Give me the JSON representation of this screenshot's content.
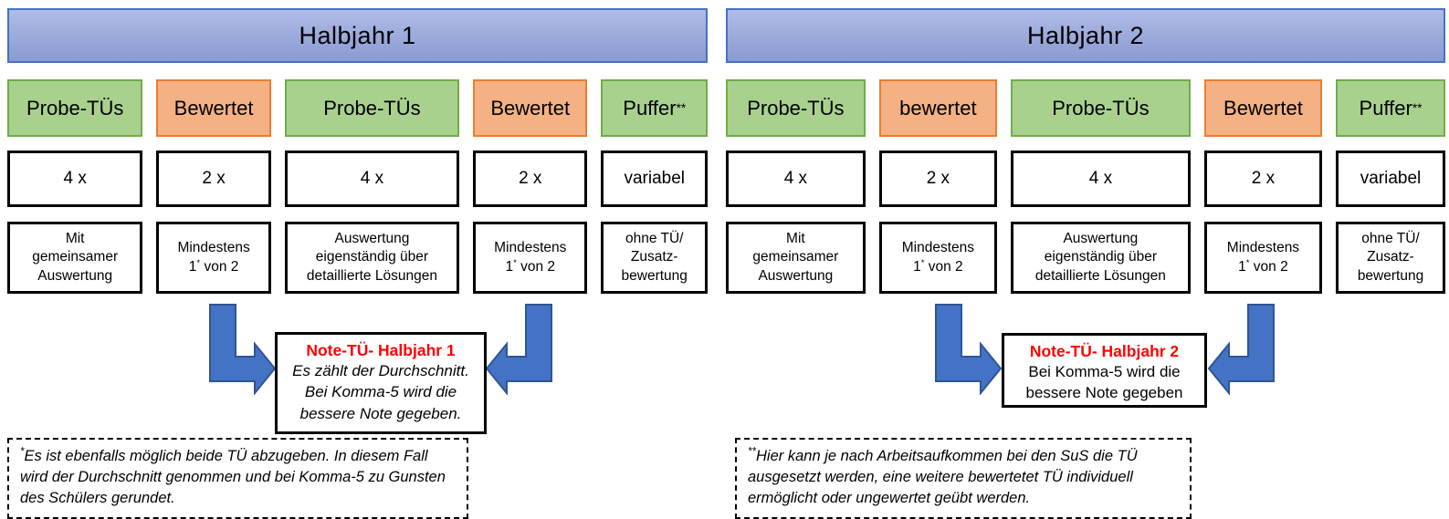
{
  "colors": {
    "header_fill_top": "#B0BCE6",
    "header_fill_bottom": "#8A9AD2",
    "header_border": "#4472C4",
    "green_fill": "#A9D18E",
    "green_border": "#70AD47",
    "orange_fill": "#F4B183",
    "orange_border": "#ED7D31",
    "arrow_fill": "#4472C4",
    "arrow_stroke": "#2F5597",
    "note_title_color": "#FF0000",
    "box_border": "#000000"
  },
  "halves": [
    {
      "header": "Halbjahr 1",
      "columns": [
        {
          "label": "Probe-TÜs",
          "type": "green",
          "count": "4 x",
          "desc": "Mit\ngemeinsamer\nAuswertung"
        },
        {
          "label": "Bewertet",
          "type": "orange",
          "count": "2 x",
          "desc_l1": "Mindestens",
          "desc_num": "1",
          "desc_sup": "*",
          "desc_rest": " von 2"
        },
        {
          "label": "Probe-TÜs",
          "type": "green",
          "count": "4 x",
          "desc": "Auswertung\neigenständig über\ndetaillierte Lösungen"
        },
        {
          "label": "Bewertet",
          "type": "orange",
          "count": "2 x",
          "desc_l1": "Mindestens",
          "desc_num": "1",
          "desc_sup": "*",
          "desc_rest": " von 2"
        },
        {
          "label": "Puffer",
          "label_sup": "**",
          "type": "green",
          "count": "variabel",
          "desc": "ohne TÜ/\nZusatz-\nbewertung"
        }
      ],
      "note": {
        "title": "Note-TÜ- Halbjahr 1",
        "body": "Es zählt der Durchschnitt.\nBei Komma-5 wird die\nbessere Note gegeben."
      },
      "footnote": {
        "sup": "*",
        "text": "Es ist ebenfalls möglich beide TÜ abzugeben. In diesem Fall\nwird der Durchschnitt genommen und bei Komma-5 zu Gunsten\ndes Schülers gerundet."
      }
    },
    {
      "header": "Halbjahr 2",
      "columns": [
        {
          "label": "Probe-TÜs",
          "type": "green",
          "count": "4 x",
          "desc": "Mit\ngemeinsamer\nAuswertung"
        },
        {
          "label": "bewertet",
          "type": "orange",
          "count": "2 x",
          "desc_l1": "Mindestens",
          "desc_num": "1",
          "desc_sup": "*",
          "desc_rest": " von 2"
        },
        {
          "label": "Probe-TÜs",
          "type": "green",
          "count": "4 x",
          "desc": "Auswertung\neigenständig über\ndetaillierte Lösungen"
        },
        {
          "label": "Bewertet",
          "type": "orange",
          "count": "2 x",
          "desc_l1": "Mindestens",
          "desc_num": "1",
          "desc_sup": "*",
          "desc_rest": " von 2"
        },
        {
          "label": "Puffer ",
          "label_sup": "**",
          "type": "green",
          "count": "variabel",
          "desc": "ohne TÜ/\nZusatz-\nbewertung"
        }
      ],
      "note": {
        "title": "Note-TÜ- Halbjahr 2",
        "body": "Bei Komma-5 wird die\nbessere Note gegeben"
      },
      "footnote": {
        "sup": "**",
        "text": "Hier kann je nach Arbeitsaufkommen bei den SuS die TÜ\nausgesetzt werden, eine weitere bewertetet TÜ individuell\nermöglicht oder ungewertet geübt werden."
      }
    }
  ]
}
